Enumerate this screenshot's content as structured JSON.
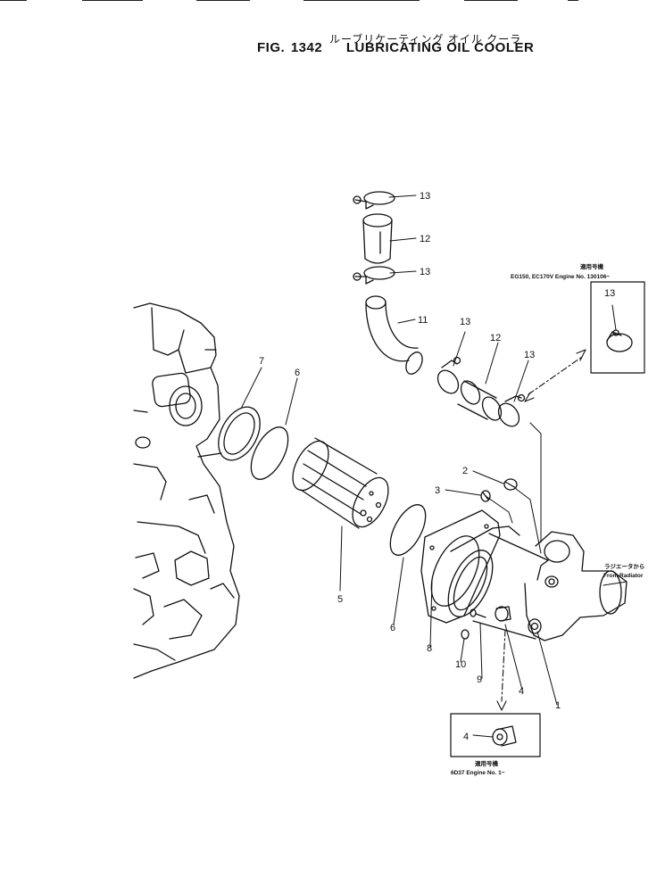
{
  "title": {
    "japanese": "ルーブリケーティング オイル クーラ",
    "fig_label": "FIG.",
    "fig_number": "1342",
    "english": "LUBRICATING OIL COOLER"
  },
  "callouts": [
    {
      "id": "c1",
      "text": "1"
    },
    {
      "id": "c2",
      "text": "2"
    },
    {
      "id": "c3",
      "text": "3"
    },
    {
      "id": "c4",
      "text": "4"
    },
    {
      "id": "c4b",
      "text": "4"
    },
    {
      "id": "c5",
      "text": "5"
    },
    {
      "id": "c6a",
      "text": "6"
    },
    {
      "id": "c6b",
      "text": "6"
    },
    {
      "id": "c7",
      "text": "7"
    },
    {
      "id": "c8",
      "text": "8"
    },
    {
      "id": "c9",
      "text": "9"
    },
    {
      "id": "c10",
      "text": "10"
    },
    {
      "id": "c11",
      "text": "11"
    },
    {
      "id": "c12a",
      "text": "12"
    },
    {
      "id": "c12b",
      "text": "12"
    },
    {
      "id": "c13a",
      "text": "13"
    },
    {
      "id": "c13b",
      "text": "13"
    },
    {
      "id": "c13c",
      "text": "13"
    },
    {
      "id": "c13d",
      "text": "13"
    },
    {
      "id": "c13e",
      "text": "13"
    }
  ],
  "notes": {
    "top_box_jp": "適用号機",
    "top_box_models": "EG150, EC170V  Engine  No.  130106~",
    "bottom_box_jp": "適用号機",
    "bottom_box_models": "6D37  Engine  No.     1~",
    "radiator_jp": "ラジエータから",
    "radiator_en": "From  Radiator"
  }
}
